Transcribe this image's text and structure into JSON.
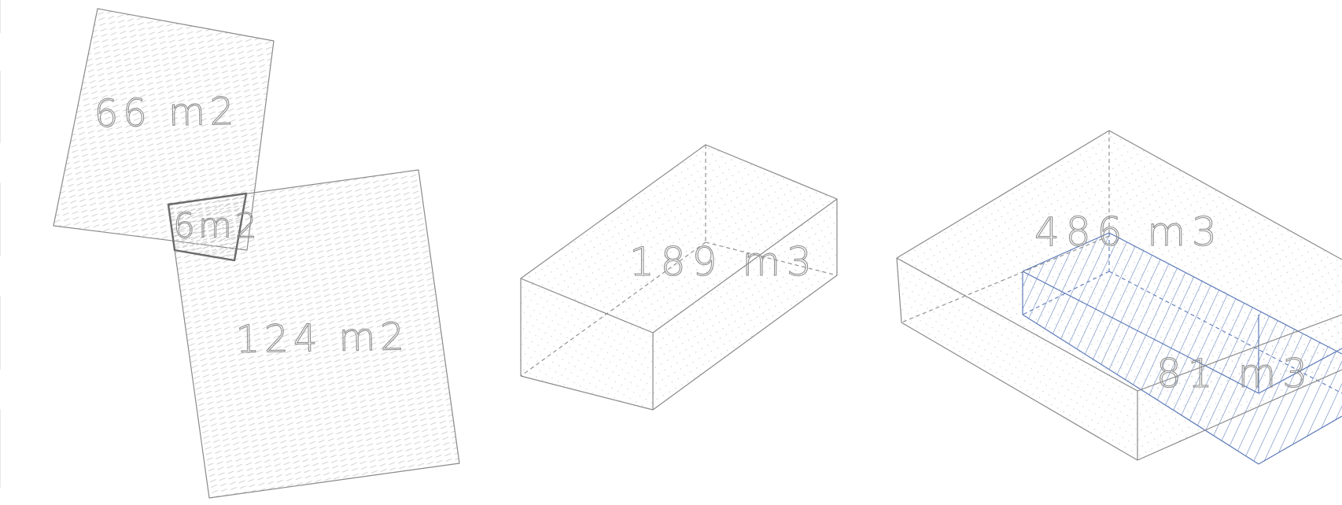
{
  "areas": [
    {
      "id": "area-a",
      "label": "66 m2"
    },
    {
      "id": "area-b",
      "label": "124 m2"
    },
    {
      "id": "overlap",
      "label": "6m2"
    }
  ],
  "volumes": [
    {
      "id": "volume-small",
      "label": "189 m3"
    },
    {
      "id": "volume-large",
      "label": "486 m3"
    },
    {
      "id": "volume-intersect",
      "label": "81 m3"
    }
  ],
  "colors": {
    "outline": "#8a8a8a",
    "overlap_outline": "#6a6a6a",
    "label": "#8f8f8f",
    "intersect": "#5b79b8",
    "hatch": "#c9c9c9",
    "dots": "#cfcfcf"
  }
}
